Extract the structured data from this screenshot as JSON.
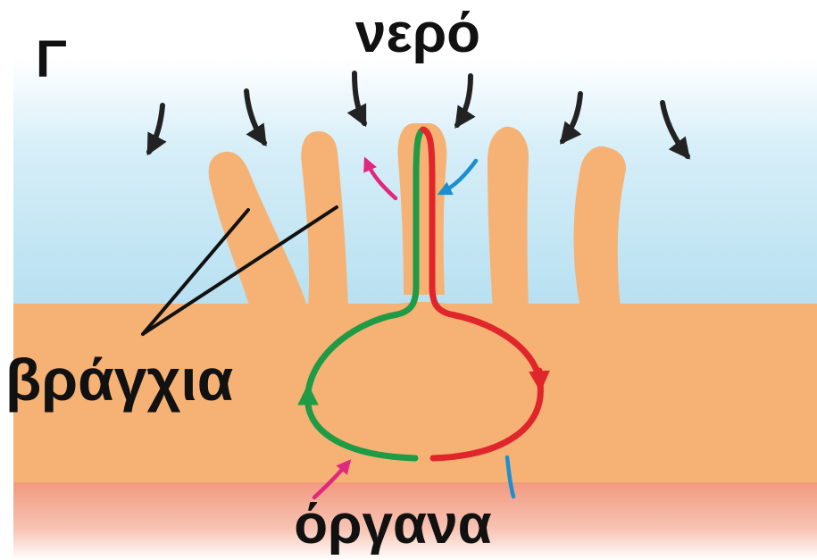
{
  "panel_letter": "Γ",
  "labels": {
    "water": "νερό",
    "gills": "βράγχια",
    "organs": "όργανα"
  },
  "colors": {
    "water_top": "#ffffff",
    "water": "#b5dff0",
    "tissue": "#f6b274",
    "body_bottom": "#f29a7f",
    "oxygenated_flow": "#e0262b",
    "deoxygenated_flow": "#1f9a45",
    "inflow_arrow": "#1c8fd1",
    "outflow_arrow": "#e0287d",
    "water_arrow": "#222222"
  },
  "icons": [
    "water-flow-arrow",
    "blood-flow-arrow",
    "exchange-arrow"
  ]
}
